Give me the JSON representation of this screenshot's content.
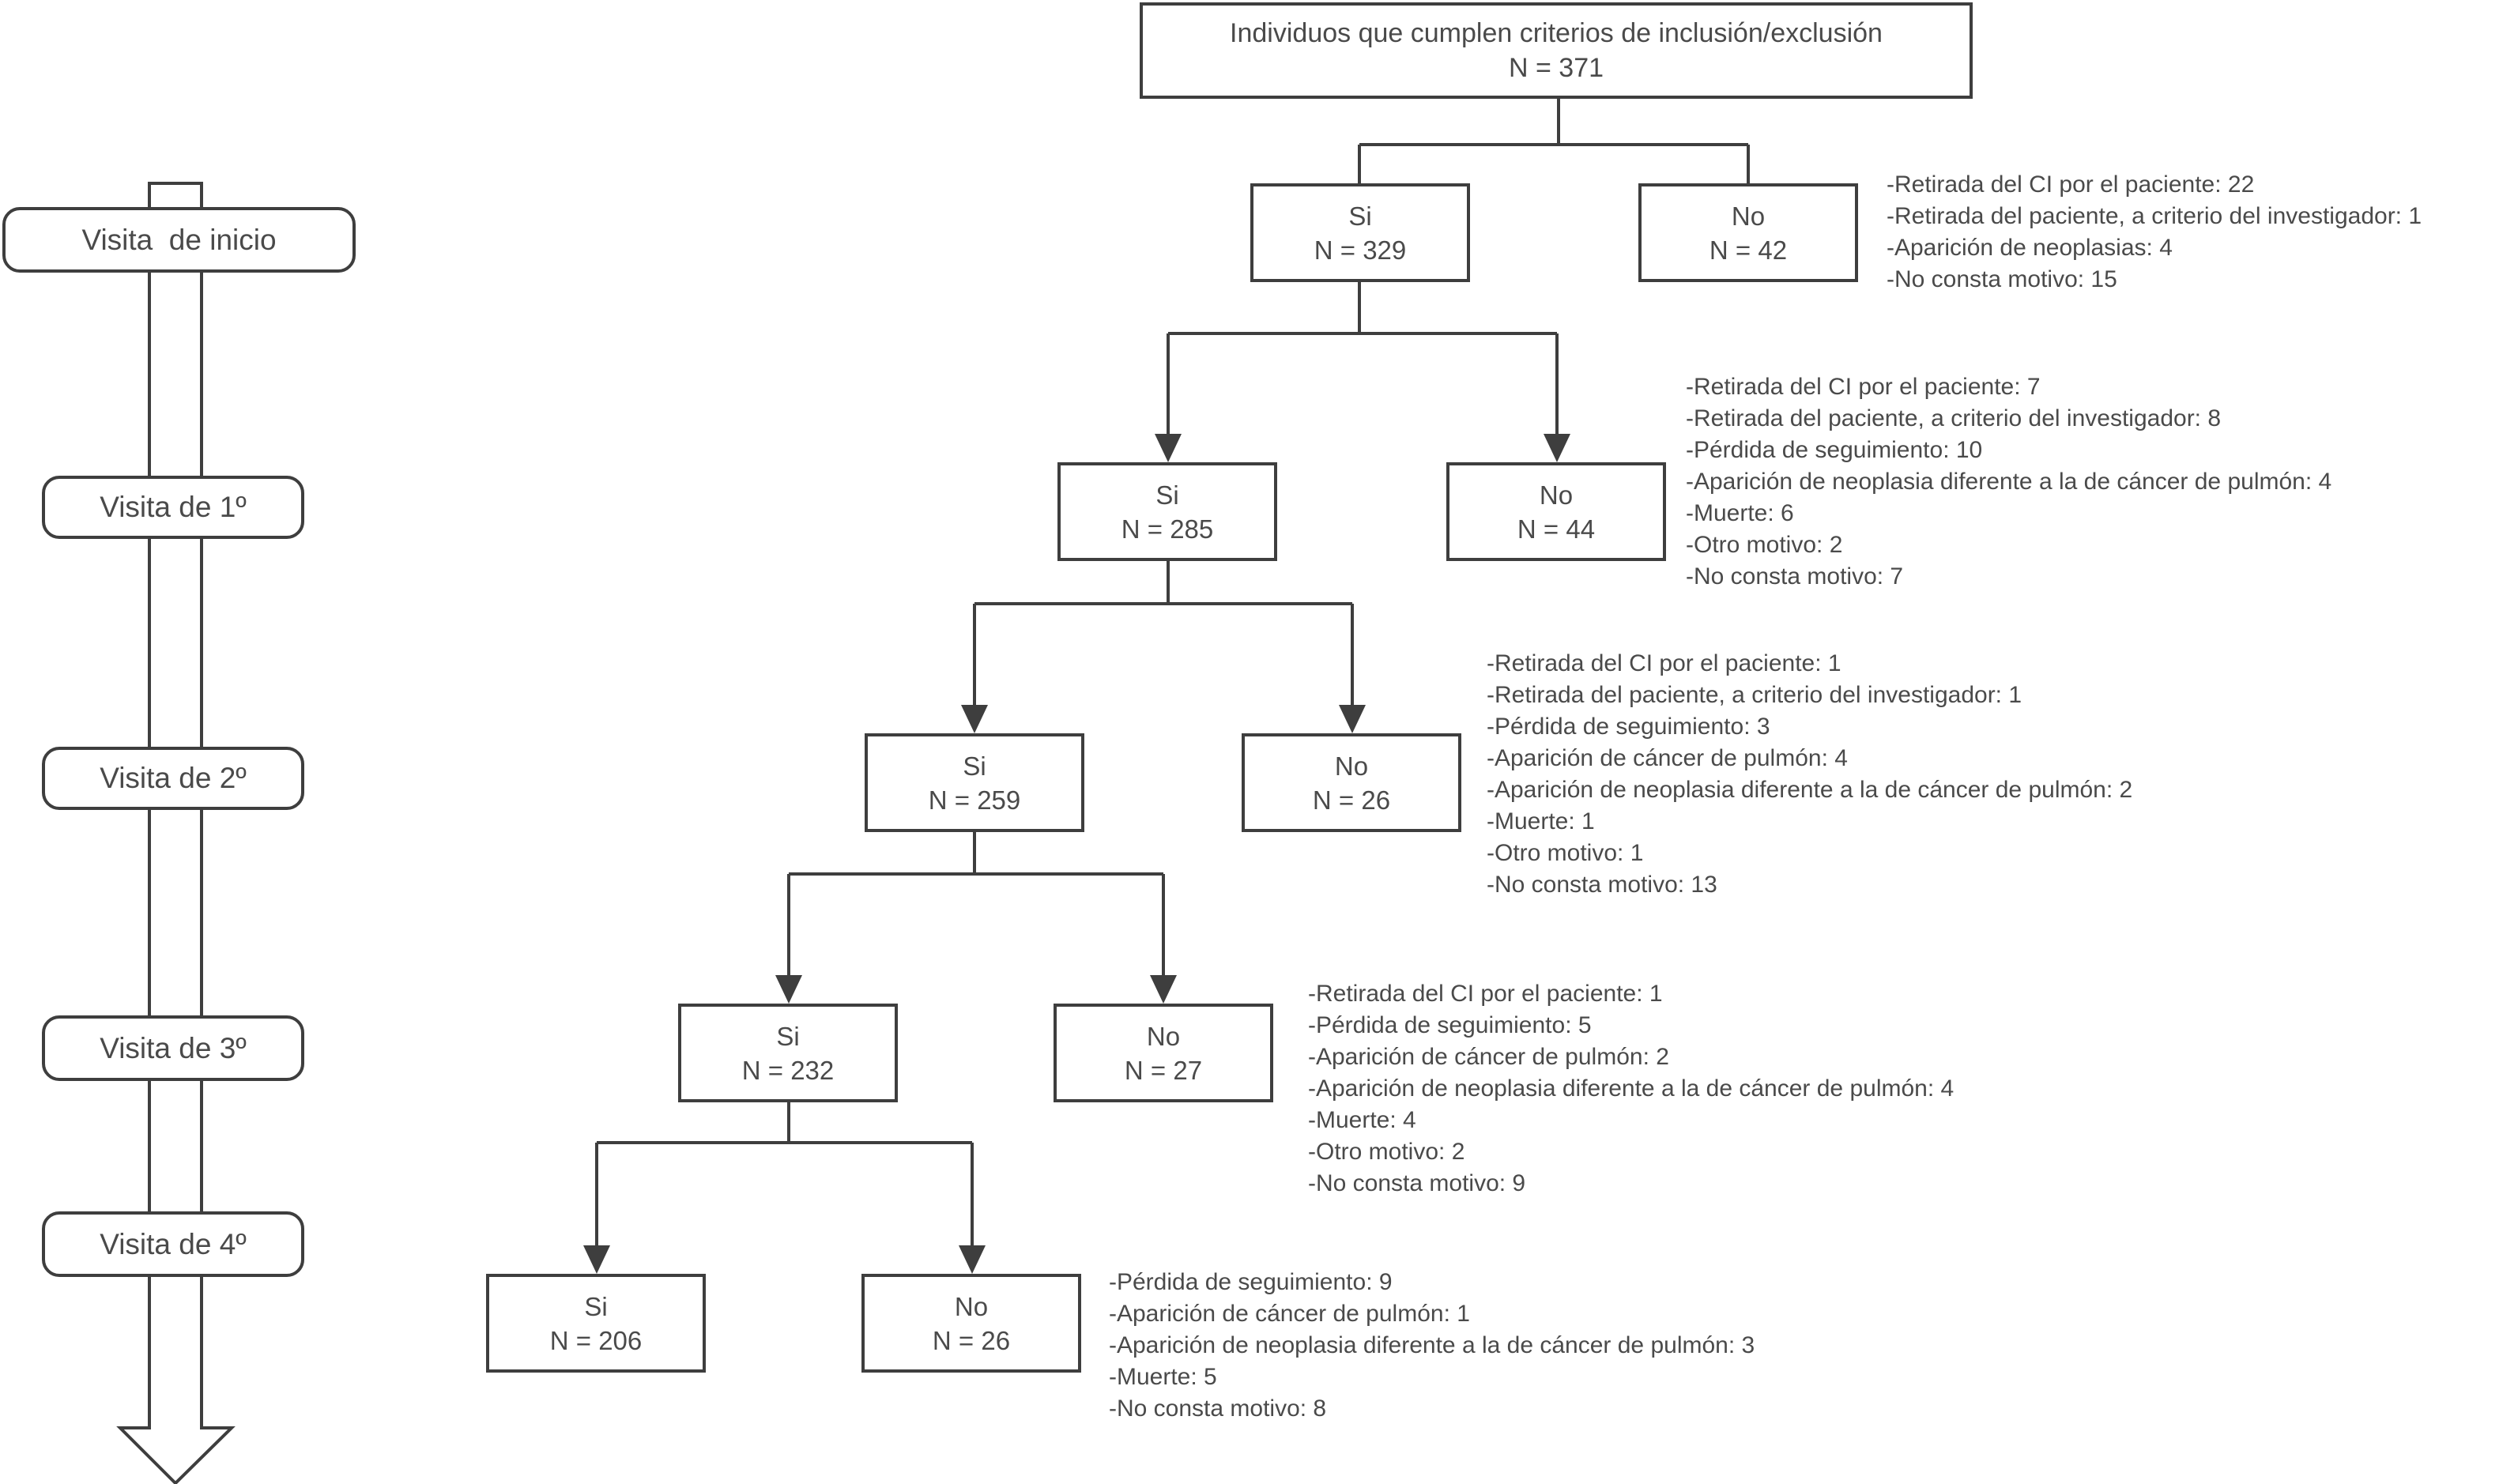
{
  "colors": {
    "background": "#ffffff",
    "line": "#3e3e3e",
    "text": "#4a4a4a"
  },
  "timeline": {
    "items": [
      {
        "label": "Visita  de inicio"
      },
      {
        "label": "Visita de 1º"
      },
      {
        "label": "Visita de 2º"
      },
      {
        "label": "Visita de 3º"
      },
      {
        "label": "Visita de 4º"
      }
    ]
  },
  "flow": {
    "root": {
      "title": "Individuos que cumplen criterios de inclusión/exclusión",
      "n": "N = 371"
    },
    "levels": [
      {
        "si_label": "Si",
        "si_n": "N = 329",
        "no_label": "No",
        "no_n": "N = 42",
        "reasons": [
          "-Retirada del CI por el paciente: 22",
          "-Retirada del paciente, a criterio del investigador: 1",
          "-Aparición de neoplasias: 4",
          "-No consta motivo: 15"
        ]
      },
      {
        "si_label": "Si",
        "si_n": "N = 285",
        "no_label": "No",
        "no_n": "N = 44",
        "reasons": [
          "-Retirada del CI por el paciente: 7",
          "-Retirada del paciente, a criterio del investigador: 8",
          "-Pérdida de seguimiento: 10",
          "-Aparición de neoplasia diferente a la de cáncer de pulmón: 4",
          "-Muerte: 6",
          "-Otro motivo: 2",
          "-No consta motivo: 7"
        ]
      },
      {
        "si_label": "Si",
        "si_n": "N = 259",
        "no_label": "No",
        "no_n": "N = 26",
        "reasons": [
          "-Retirada del CI por el paciente: 1",
          "-Retirada del paciente, a criterio del investigador: 1",
          "-Pérdida de seguimiento: 3",
          "-Aparición de cáncer de pulmón: 4",
          "-Aparición de neoplasia diferente a la de cáncer de pulmón: 2",
          "-Muerte: 1",
          "-Otro motivo: 1",
          "-No consta motivo: 13"
        ]
      },
      {
        "si_label": "Si",
        "si_n": "N = 232",
        "no_label": "No",
        "no_n": "N = 27",
        "reasons": [
          "-Retirada del CI por el paciente: 1",
          "-Pérdida de seguimiento: 5",
          "-Aparición de cáncer de pulmón: 2",
          "-Aparición de neoplasia diferente a la de cáncer de pulmón: 4",
          "-Muerte: 4",
          "-Otro motivo: 2",
          "-No consta motivo: 9"
        ]
      },
      {
        "si_label": "Si",
        "si_n": "N = 206",
        "no_label": "No",
        "no_n": "N = 26",
        "reasons": [
          "-Pérdida de seguimiento: 9",
          "-Aparición de cáncer de pulmón: 1",
          "-Aparición de neoplasia diferente a la de cáncer de pulmón: 3",
          "-Muerte: 5",
          "-No consta motivo: 8"
        ]
      }
    ]
  }
}
